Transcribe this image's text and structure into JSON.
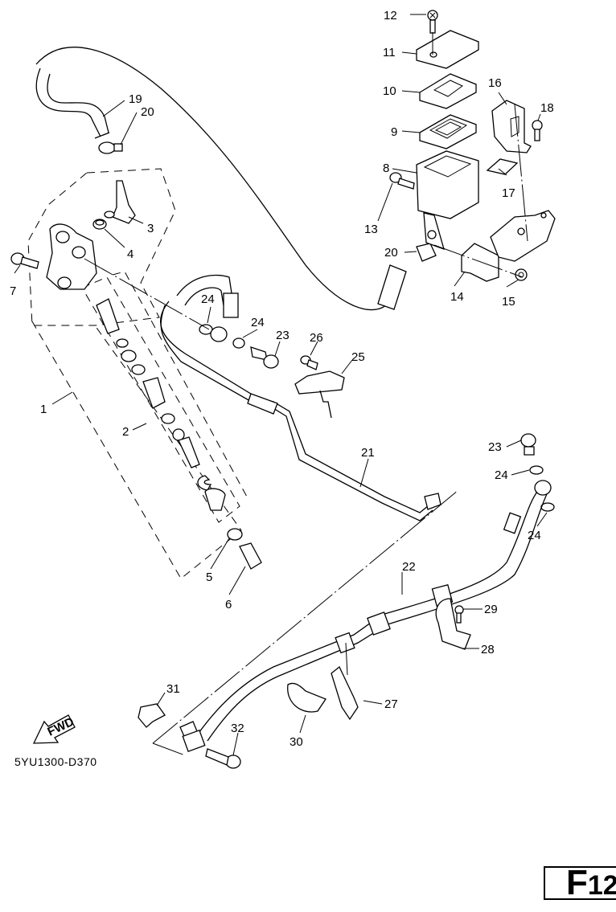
{
  "diagram": {
    "title": "Rear master cylinder exploded parts diagram",
    "drawing_code": "5YU1300-D370",
    "figure_label_letter": "F",
    "figure_label_number": "12",
    "fwd_arrow_text": "FWD",
    "callouts": [
      {
        "id": "c1",
        "number": "1",
        "part": "rear master cylinder kit assembly"
      },
      {
        "id": "c2",
        "number": "2",
        "part": "piston kit"
      },
      {
        "id": "c3",
        "number": "3",
        "part": "hose joint"
      },
      {
        "id": "c4",
        "number": "4",
        "part": "grommet"
      },
      {
        "id": "c5",
        "number": "5",
        "part": "nut"
      },
      {
        "id": "c6",
        "number": "6",
        "part": "joint"
      },
      {
        "id": "c7",
        "number": "7",
        "part": "bolt"
      },
      {
        "id": "c8",
        "number": "8",
        "part": "reservoir tank"
      },
      {
        "id": "c9",
        "number": "9",
        "part": "diaphragm"
      },
      {
        "id": "c10",
        "number": "10",
        "part": "plate"
      },
      {
        "id": "c11",
        "number": "11",
        "part": "cap"
      },
      {
        "id": "c12",
        "number": "12",
        "part": "screw"
      },
      {
        "id": "c13",
        "number": "13",
        "part": "bolt"
      },
      {
        "id": "c14",
        "number": "14",
        "part": "holder"
      },
      {
        "id": "c15",
        "number": "15",
        "part": "nut"
      },
      {
        "id": "c16",
        "number": "16",
        "part": "cover"
      },
      {
        "id": "c17",
        "number": "17",
        "part": "damper"
      },
      {
        "id": "c18",
        "number": "18",
        "part": "screw"
      },
      {
        "id": "c19",
        "number": "19",
        "part": "hose"
      },
      {
        "id": "c20a",
        "number": "20",
        "part": "clip"
      },
      {
        "id": "c20b",
        "number": "20",
        "part": "clip"
      },
      {
        "id": "c21",
        "number": "21",
        "part": "brake hose"
      },
      {
        "id": "c22",
        "number": "22",
        "part": "brake hose"
      },
      {
        "id": "c23a",
        "number": "23",
        "part": "union bolt"
      },
      {
        "id": "c23b",
        "number": "23",
        "part": "union bolt"
      },
      {
        "id": "c24a",
        "number": "24",
        "part": "gasket"
      },
      {
        "id": "c24b",
        "number": "24",
        "part": "gasket"
      },
      {
        "id": "c24c",
        "number": "24",
        "part": "gasket"
      },
      {
        "id": "c24d",
        "number": "24",
        "part": "gasket"
      },
      {
        "id": "c25",
        "number": "25",
        "part": "holder"
      },
      {
        "id": "c26",
        "number": "26",
        "part": "bolt"
      },
      {
        "id": "c27",
        "number": "27",
        "part": "clamp"
      },
      {
        "id": "c28",
        "number": "28",
        "part": "holder"
      },
      {
        "id": "c29",
        "number": "29",
        "part": "screw"
      },
      {
        "id": "c30",
        "number": "30",
        "part": "clamp"
      },
      {
        "id": "c31",
        "number": "31",
        "part": "clip"
      },
      {
        "id": "c32",
        "number": "32",
        "part": "bolt"
      }
    ]
  }
}
